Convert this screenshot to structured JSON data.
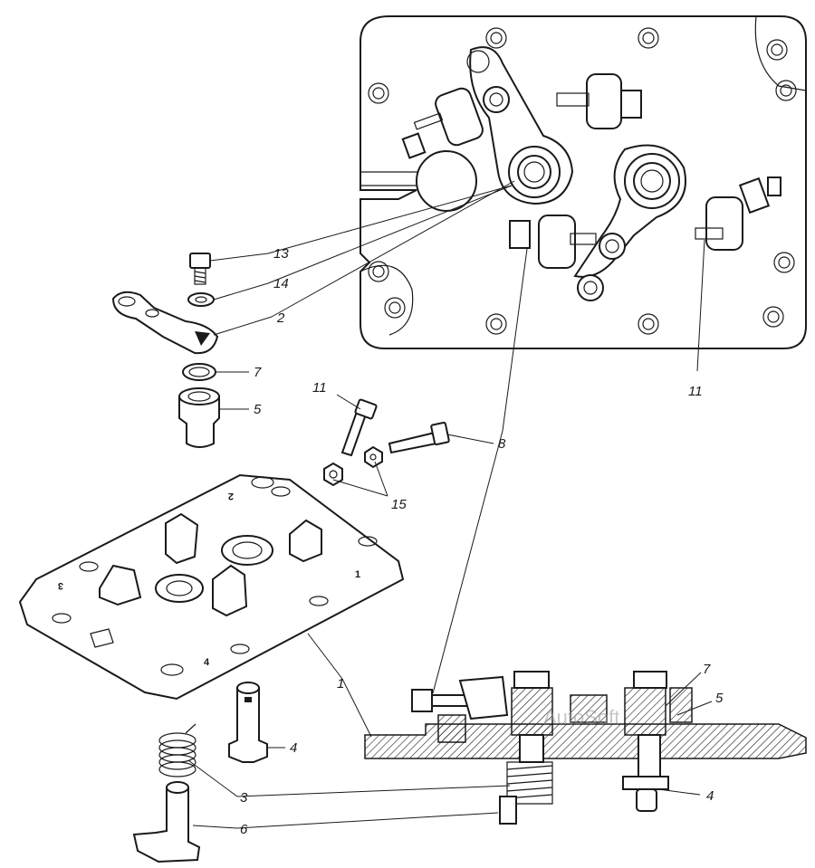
{
  "callouts": [
    {
      "id": "c13",
      "label": "13"
    },
    {
      "id": "c14",
      "label": "14"
    },
    {
      "id": "c2",
      "label": "2"
    },
    {
      "id": "c7a",
      "label": "7"
    },
    {
      "id": "c5a",
      "label": "5"
    },
    {
      "id": "c11a",
      "label": "11"
    },
    {
      "id": "c11b",
      "label": "11"
    },
    {
      "id": "c8",
      "label": "8"
    },
    {
      "id": "c15",
      "label": "15"
    },
    {
      "id": "c1",
      "label": "1"
    },
    {
      "id": "c4a",
      "label": "4"
    },
    {
      "id": "c3",
      "label": "3"
    },
    {
      "id": "c6",
      "label": "6"
    },
    {
      "id": "c7b",
      "label": "7"
    },
    {
      "id": "c5b",
      "label": "5"
    },
    {
      "id": "c4b",
      "label": "4"
    }
  ],
  "plate_marks": {
    "m1": "1",
    "m2": "2",
    "m3": "3",
    "m4": "4"
  },
  "watermark": "AutoSoft"
}
